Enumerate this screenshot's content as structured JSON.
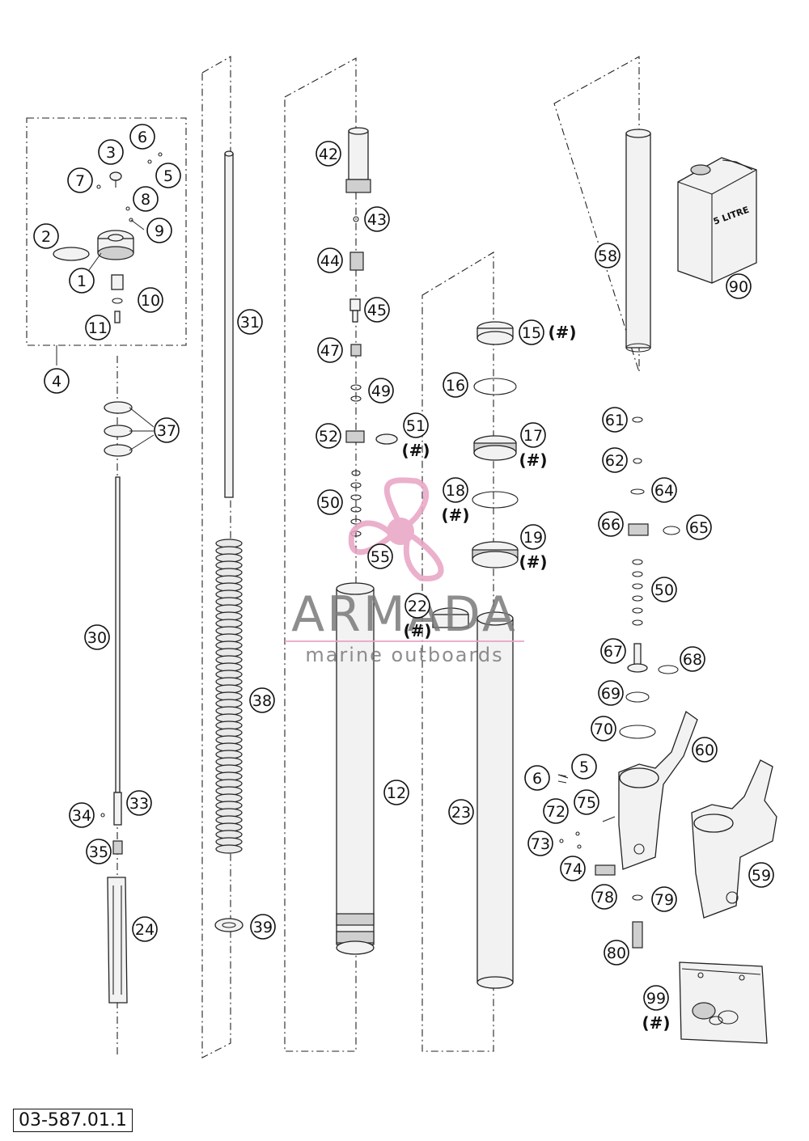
{
  "drawing": {
    "code": "03-587.01.1",
    "watermark": {
      "brand": "ARMADA",
      "tagline": "marine outboards"
    },
    "oil_can_label": "5 LITRE",
    "hash_symbol": "(#)",
    "callouts": [
      "1",
      "2",
      "3",
      "4",
      "5",
      "6",
      "7",
      "8",
      "9",
      "10",
      "11",
      "12",
      "15",
      "16",
      "17",
      "18",
      "19",
      "22",
      "23",
      "24",
      "30",
      "31",
      "33",
      "34",
      "35",
      "37",
      "38",
      "39",
      "42",
      "43",
      "44",
      "45",
      "47",
      "49",
      "50",
      "51",
      "52",
      "55",
      "58",
      "59",
      "60",
      "61",
      "62",
      "64",
      "65",
      "66",
      "67",
      "68",
      "69",
      "70",
      "72",
      "73",
      "74",
      "75",
      "78",
      "79",
      "80",
      "90",
      "99",
      "6",
      "5",
      "50"
    ]
  },
  "colors": {
    "ink": "#111111",
    "watermark_pink": "#e8a3c4",
    "watermark_gray": "#7a7a7a"
  }
}
